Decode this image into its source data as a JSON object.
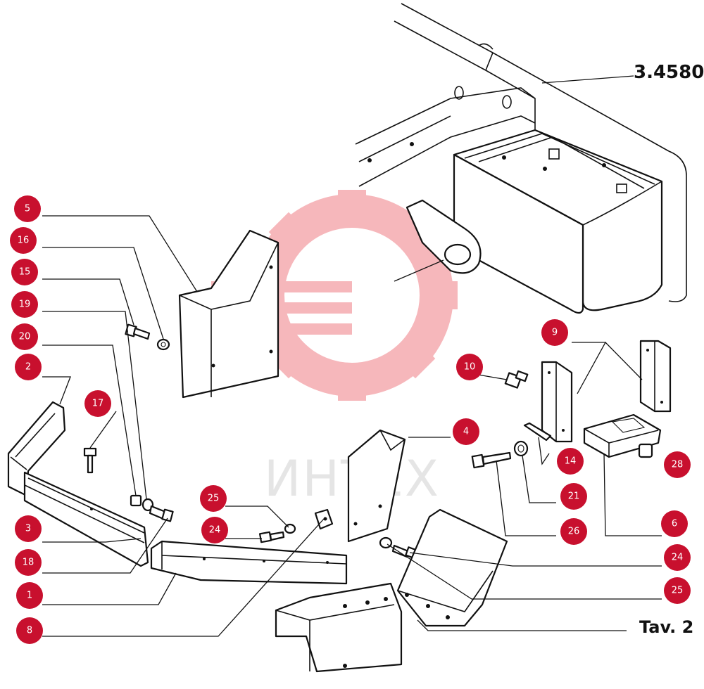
{
  "drawing": {
    "assembly_code": "3.4580",
    "plate_label": "Tav. 2",
    "watermark_text": "ИНТЕХ",
    "marker_color": "#c8102e"
  },
  "callouts": [
    "5",
    "16",
    "15",
    "19",
    "20",
    "2",
    "17",
    "3",
    "18",
    "1",
    "8",
    "25",
    "24",
    "4",
    "10",
    "9",
    "14",
    "21",
    "26",
    "6",
    "28",
    "24",
    "25"
  ]
}
